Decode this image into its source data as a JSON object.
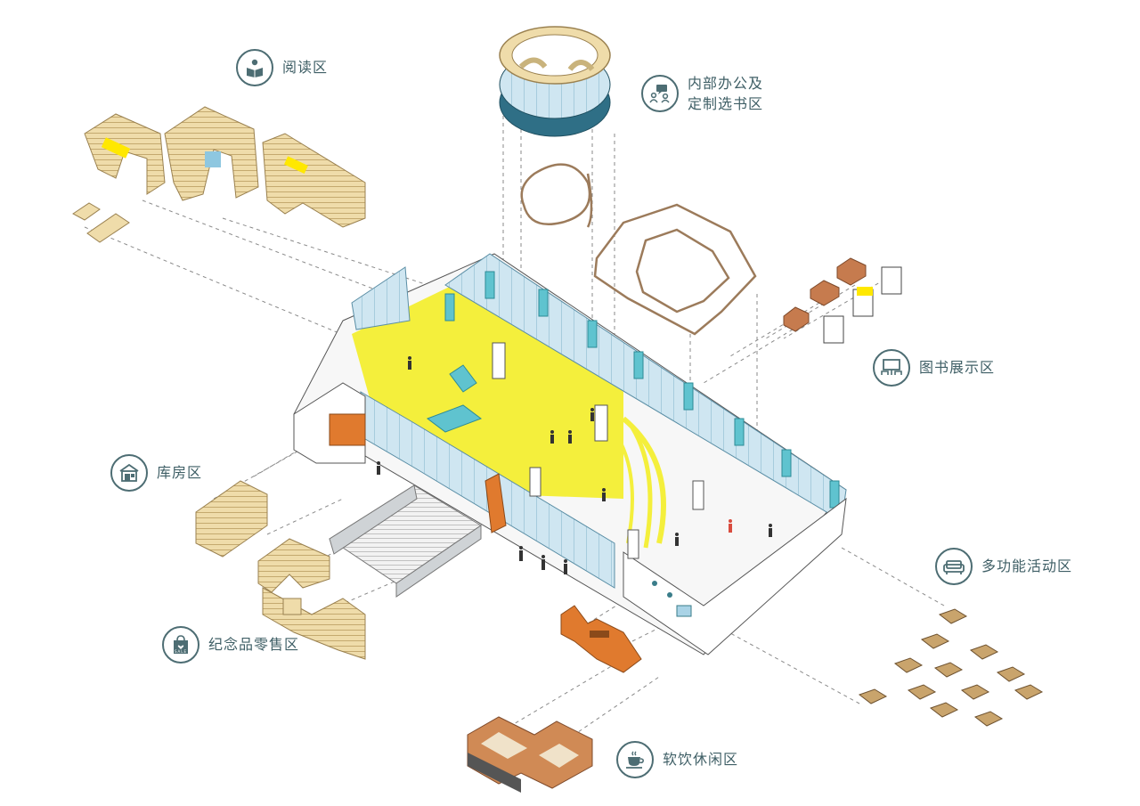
{
  "labels": {
    "reading": "阅读区",
    "office_line1": "内部办公及",
    "office_line2": "定制选书区",
    "display": "图书展示区",
    "storage": "库房区",
    "multi": "多功能活动区",
    "retail": "纪念品零售区",
    "drinks": "软饮休闲区",
    "sale_tag": "SALE"
  },
  "icons": {
    "reading": "reader-with-book-icon",
    "office": "meeting-speech-bubble-icon",
    "display": "display-screen-icon",
    "storage": "warehouse-icon",
    "multi": "sofa-icon",
    "retail": "shopping-bag-icon",
    "drinks": "coffee-cup-icon"
  },
  "colors": {
    "icon_ring": "#4d6d73",
    "label_text": "#3f5f66",
    "floor_yellow": "#f4ef3c",
    "glass_blue": "#a9d3e6",
    "column_teal": "#5fc3cf",
    "shelf_wood": "#efdcaa",
    "furniture_orange": "#e07a2e",
    "leader_line": "#8a8a8a"
  }
}
